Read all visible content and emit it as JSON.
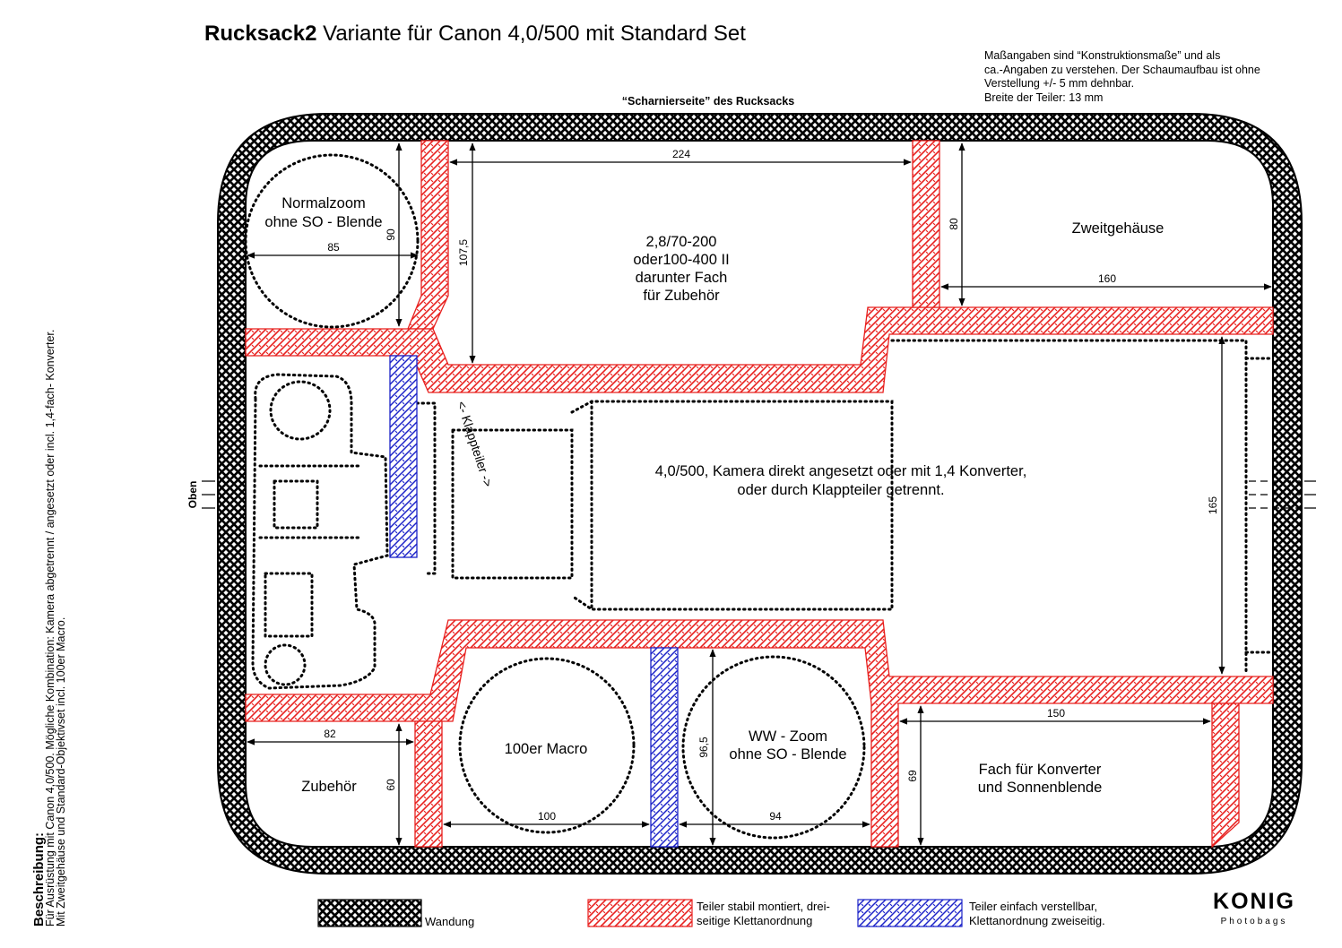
{
  "title": {
    "bold": "Rucksack2",
    "rest": " Variante für Canon 4,0/500 mit Standard Set"
  },
  "note": "Maßangaben sind “Konstruktionsmaße” und als\nca.-Angaben zu verstehen. Der Schaumaufbau ist ohne\nVerstellung +/- 5 mm dehnbar.\nBreite der Teiler: 13 mm",
  "hinge_label": "“Scharnierseite” des Rucksacks",
  "top_label": "Oben",
  "description": {
    "heading": "Beschreibung:",
    "text": "Für Ausrüstung mit Canon 4,0/500. Mögliche Kombination: Kamera abgetrennt / angesetzt oder incl. 1,4-fach- Konverter.\nMit Zweitgehäuse und Standard-Objektivset incl. 100er Macro."
  },
  "compartments": {
    "normalzoom": [
      "Normalzoom",
      "ohne SO - Blende"
    ],
    "tele": [
      "2,8/70-200",
      "oder100-400 II",
      "darunter Fach",
      "für Zubehör"
    ],
    "body2": "Zweitgehäuse",
    "main": [
      "4,0/500, Kamera direkt angesetzt oder mit 1,4 Konverter,",
      "oder durch Klappteiler getrennt."
    ],
    "flap": "<- Klappteiler ->",
    "macro": "100er Macro",
    "wwzoom": [
      "WW - Zoom",
      "ohne SO - Blende"
    ],
    "acc": "Zubehör",
    "conv": [
      "Fach für Konverter",
      "und Sonnenblende"
    ]
  },
  "dimensions": {
    "d85": "85",
    "d90": "90",
    "d224": "224",
    "d1075": "107,5",
    "d80": "80",
    "d160": "160",
    "d165": "165",
    "d82": "82",
    "d60": "60",
    "d100": "100",
    "d965": "96,5",
    "d94": "94",
    "d69": "69",
    "d150": "150"
  },
  "legend": {
    "wall": "Wandung",
    "fixed": [
      "Teiler stabil montiert, drei-",
      "seitige Klettanordnung"
    ],
    "movable": [
      "Teiler einfach verstellbar,",
      "Klettanordnung zweiseitig."
    ]
  },
  "brand": {
    "name": "KONIG",
    "sub": "Photobags"
  },
  "colors": {
    "fixed_divider": "#e8201e",
    "movable_divider": "#1b22c8",
    "wall": "#000000"
  }
}
